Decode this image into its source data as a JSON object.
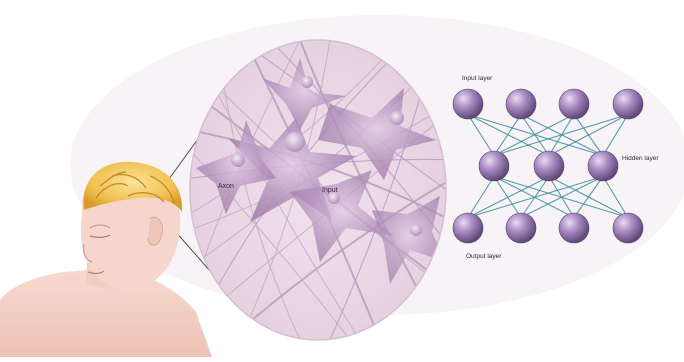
{
  "labels": {
    "axon": "Axon",
    "input": "Input",
    "input_layer": "Input layer",
    "hidden_layer": "Hidden layer",
    "output_layer": "Output layer"
  },
  "network": {
    "layers": [
      4,
      3,
      4
    ],
    "node_color": "#9d7fb6",
    "edge_color": "#3a8f98"
  },
  "colors": {
    "brain": "#f1c456",
    "skin": "#f6d2c8",
    "neuron_bg": "#e8d4e2",
    "neuron_cell": "#b48fbb"
  }
}
